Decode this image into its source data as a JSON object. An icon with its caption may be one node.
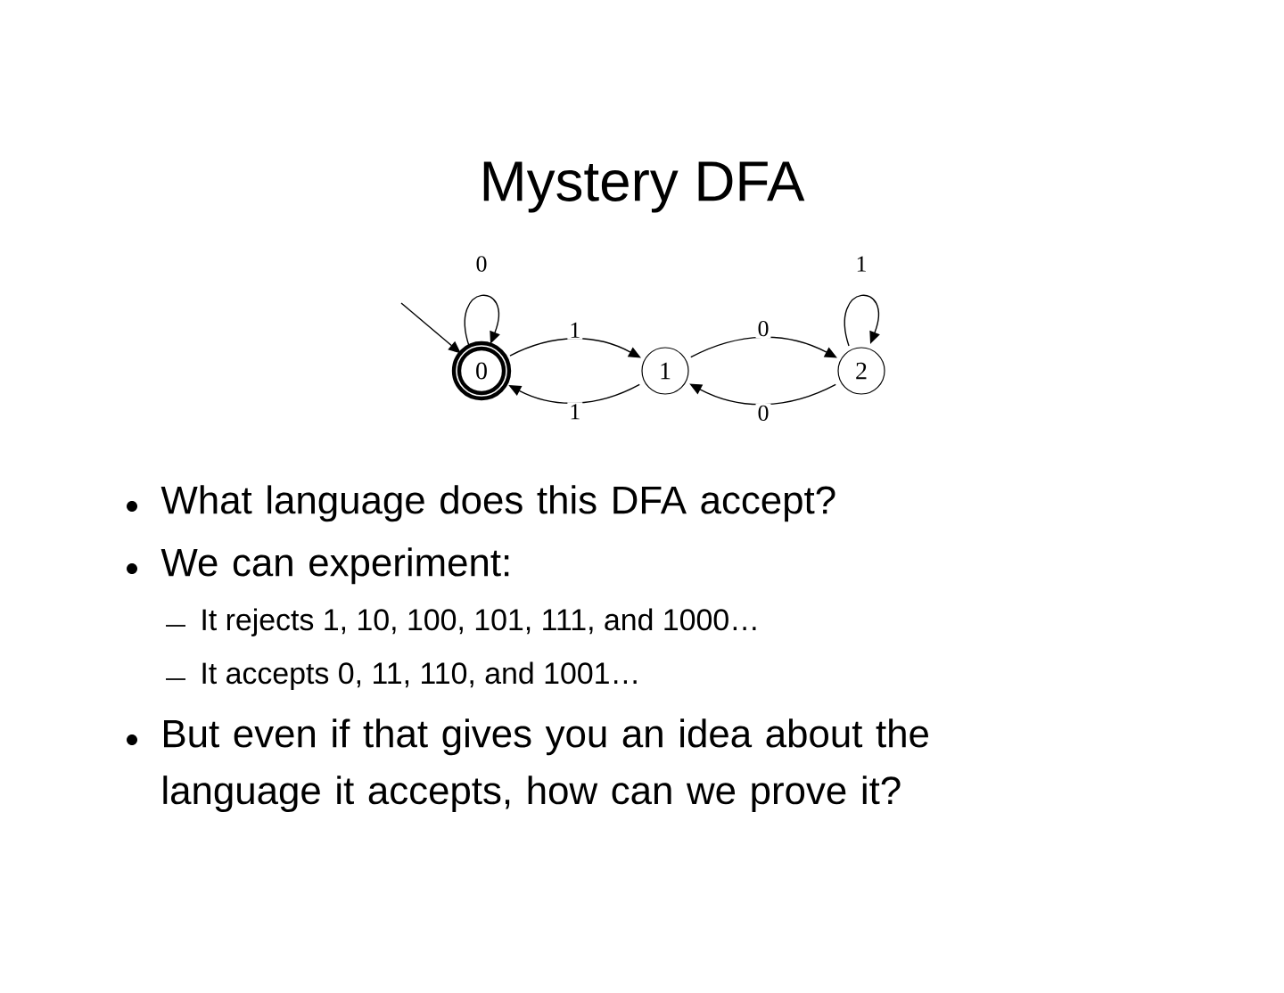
{
  "diagram": {
    "title": "Mystery DFA",
    "nodes": [
      {
        "text": [
          "0"
        ]
      },
      {
        "text": [
          "1"
        ]
      },
      {
        "text": [
          "2"
        ]
      }
    ],
    "edges": [
      {
        "from": null,
        "to": 0,
        "arrow": "to"
      },
      {
        "from": 0,
        "to": 0,
        "label": "0",
        "arrow": "to"
      },
      {
        "from": 0,
        "to": 1,
        "label": "1",
        "arrow": "to"
      },
      {
        "from": 1,
        "to": 0,
        "label": "1",
        "arrow": "to"
      },
      {
        "from": 1,
        "to": 2,
        "label": "0",
        "arrow": "to"
      },
      {
        "from": 2,
        "to": 1,
        "label": "0",
        "arrow": "to"
      },
      {
        "from": 2,
        "to": 2,
        "label": "1",
        "arrow": "to"
      }
    ],
    "labels": [
      "What language does this DFA accept?",
      "We can experiment:",
      "It rejects 1, 10, 100, 101, 111, and 1000…",
      "It accepts 0, 11, 110, and 1001…",
      "But even if that gives you an idea about the language it accepts, how can we prove it?"
    ]
  }
}
